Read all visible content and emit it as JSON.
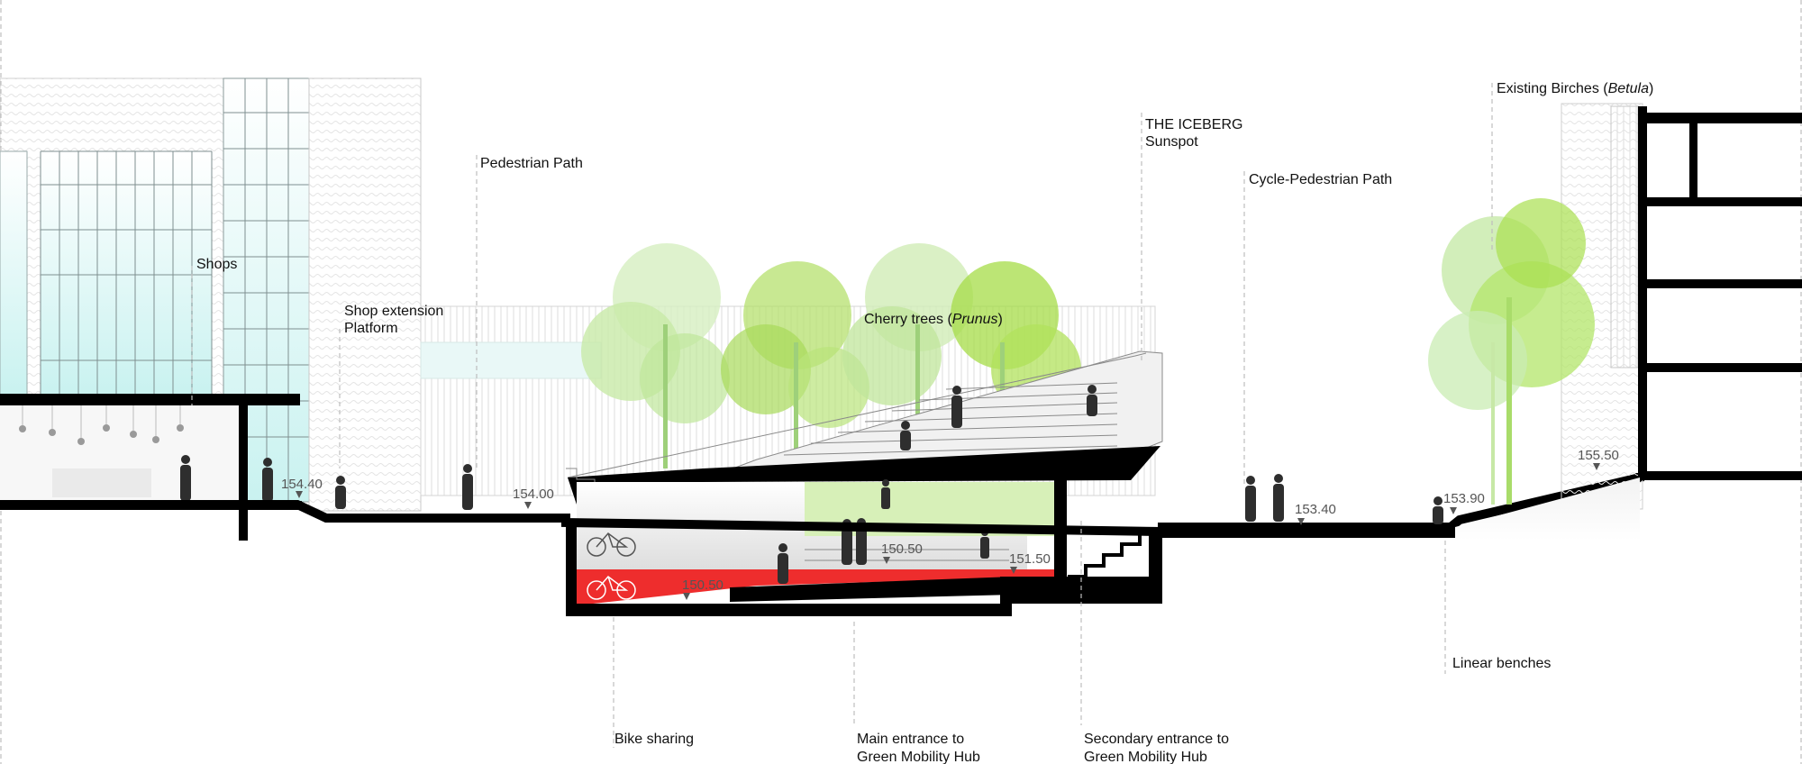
{
  "labels": {
    "shops": "Shops",
    "shop_extension_line1": "Shop extension",
    "shop_extension_line2": "Platform",
    "pedestrian_path": "Pedestrian Path",
    "cherry_trees_prefix": "Cherry trees (",
    "cherry_trees_latin": "Prunus",
    "cherry_trees_suffix": ")",
    "iceberg_line1": "THE ICEBERG",
    "iceberg_line2": "Sunspot",
    "cycle_pedestrian_path": "Cycle-Pedestrian Path",
    "birches_prefix": "Existing Birches (",
    "birches_latin": "Betula",
    "birches_suffix": ")",
    "linear_benches": "Linear benches",
    "bike_sharing": "Bike sharing",
    "main_entrance_line1": "Main entrance to",
    "main_entrance_line2": "Green Mobility Hub",
    "secondary_entrance_line1": "Secondary entrance to",
    "secondary_entrance_line2": "Green Mobility Hub"
  },
  "levels": {
    "l_154_40": "154.40",
    "l_154_00": "154.00",
    "l_150_50_hall": "150.50",
    "l_150_50_red": "150.50",
    "l_151_50": "151.50",
    "l_153_40": "153.40",
    "l_153_90": "153.90",
    "l_155_50": "155.50"
  },
  "colors": {
    "ground": "#000000",
    "bike_zone": "#ee2d2d",
    "glass": "#cff3f2",
    "cherry_tree": "#a8e05a",
    "lawn": "#d7f0b8",
    "leader": "#bdbdbd"
  }
}
